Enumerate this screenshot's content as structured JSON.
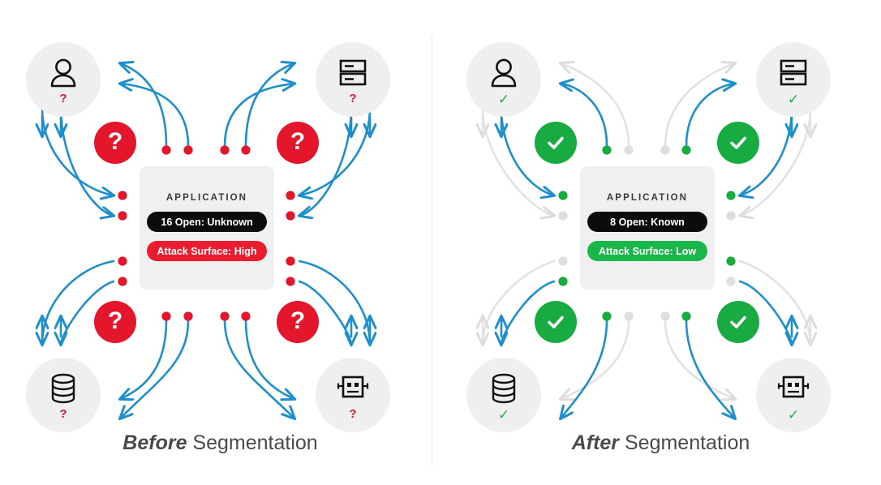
{
  "figure": {
    "title": "Before and After Segmentation comparison",
    "divider_color": "#e3e3e3"
  },
  "colors": {
    "blue_flow": "#1e8fcd",
    "grey_flow": "#e0e0e0",
    "red": "#e4162c",
    "red_pill": "#ec1c30",
    "green": "#18ab41",
    "green_pill": "#19b74a",
    "dark_pill": "#0c0c0c",
    "node_circle": "#efefef",
    "card_bg": "#f0f0f0",
    "caption_text": "#4a4a4a"
  },
  "panels": [
    {
      "id": "before",
      "caption_emphasis": "Before",
      "caption_rest": "Segmentation",
      "card": {
        "title": "APPLICATION",
        "pills": [
          {
            "label": "16 Open: Unknown",
            "style": "dark"
          },
          {
            "label": "Attack Surface: High",
            "style": "red"
          }
        ]
      },
      "nodes": [
        {
          "position": "top-left",
          "icon": "user-icon",
          "status_glyph": "?",
          "status_kind": "unknown"
        },
        {
          "position": "top-right",
          "icon": "server-icon",
          "status_glyph": "?",
          "status_kind": "unknown"
        },
        {
          "position": "bottom-left",
          "icon": "database-icon",
          "status_glyph": "?",
          "status_kind": "unknown"
        },
        {
          "position": "bottom-right",
          "icon": "robot-icon",
          "status_glyph": "?",
          "status_kind": "unknown"
        }
      ],
      "badges": [
        {
          "position": "top-left",
          "icon": "question-mark-icon",
          "glyph": "?",
          "style": "red"
        },
        {
          "position": "top-right",
          "icon": "question-mark-icon",
          "glyph": "?",
          "style": "red"
        },
        {
          "position": "bottom-left",
          "icon": "question-mark-icon",
          "glyph": "?",
          "style": "red"
        },
        {
          "position": "bottom-right",
          "icon": "question-mark-icon",
          "glyph": "?",
          "style": "red"
        }
      ],
      "flows": {
        "open_paths": 16,
        "all_active": true,
        "dot_color": "#e4162c",
        "line_color": "#1e8fcd"
      }
    },
    {
      "id": "after",
      "caption_emphasis": "After",
      "caption_rest": "Segmentation",
      "card": {
        "title": "APPLICATION",
        "pills": [
          {
            "label": "8 Open: Known",
            "style": "dark"
          },
          {
            "label": "Attack Surface: Low",
            "style": "green"
          }
        ]
      },
      "nodes": [
        {
          "position": "top-left",
          "icon": "user-icon",
          "status_glyph": "✓",
          "status_kind": "verified"
        },
        {
          "position": "top-right",
          "icon": "server-icon",
          "status_glyph": "✓",
          "status_kind": "verified"
        },
        {
          "position": "bottom-left",
          "icon": "database-icon",
          "status_glyph": "✓",
          "status_kind": "verified"
        },
        {
          "position": "bottom-right",
          "icon": "robot-icon",
          "status_glyph": "✓",
          "status_kind": "verified"
        }
      ],
      "badges": [
        {
          "position": "top-left",
          "icon": "check-mark-icon",
          "glyph": "",
          "style": "green"
        },
        {
          "position": "top-right",
          "icon": "check-mark-icon",
          "glyph": "",
          "style": "green"
        },
        {
          "position": "bottom-left",
          "icon": "check-mark-icon",
          "glyph": "",
          "style": "green"
        },
        {
          "position": "bottom-right",
          "icon": "check-mark-icon",
          "glyph": "",
          "style": "green"
        }
      ],
      "flows": {
        "open_paths": 8,
        "all_active": false,
        "active_dot_color": "#18ab41",
        "blocked_dot_color": "#dedede",
        "line_color": "#1e8fcd",
        "blocked_line_color": "#e0e0e0"
      }
    }
  ]
}
